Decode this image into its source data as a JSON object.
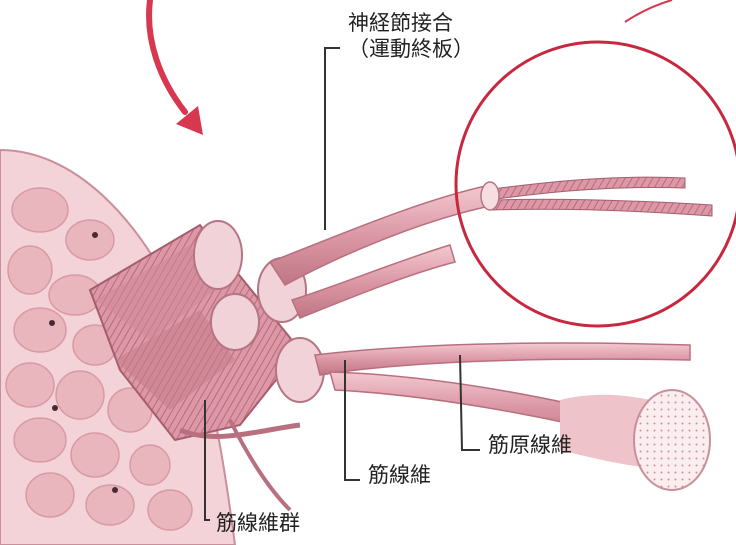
{
  "labels": {
    "neuromuscular_junction": {
      "line1": "神経節接合",
      "line2": "（運動終板）"
    },
    "myofibril": "筋原線維",
    "muscle_fiber": "筋線維",
    "muscle_fiber_bundle": "筋線維群"
  },
  "colors": {
    "tissue_pink": "#e9b3bc",
    "fiber_pink": "#dc98a6",
    "shadow_pink": "#b86a7a",
    "light_pink": "#f6dde1",
    "magnify_circle": "#c8283e",
    "arrow_red": "#d8384f",
    "leader_line": "#333333"
  }
}
